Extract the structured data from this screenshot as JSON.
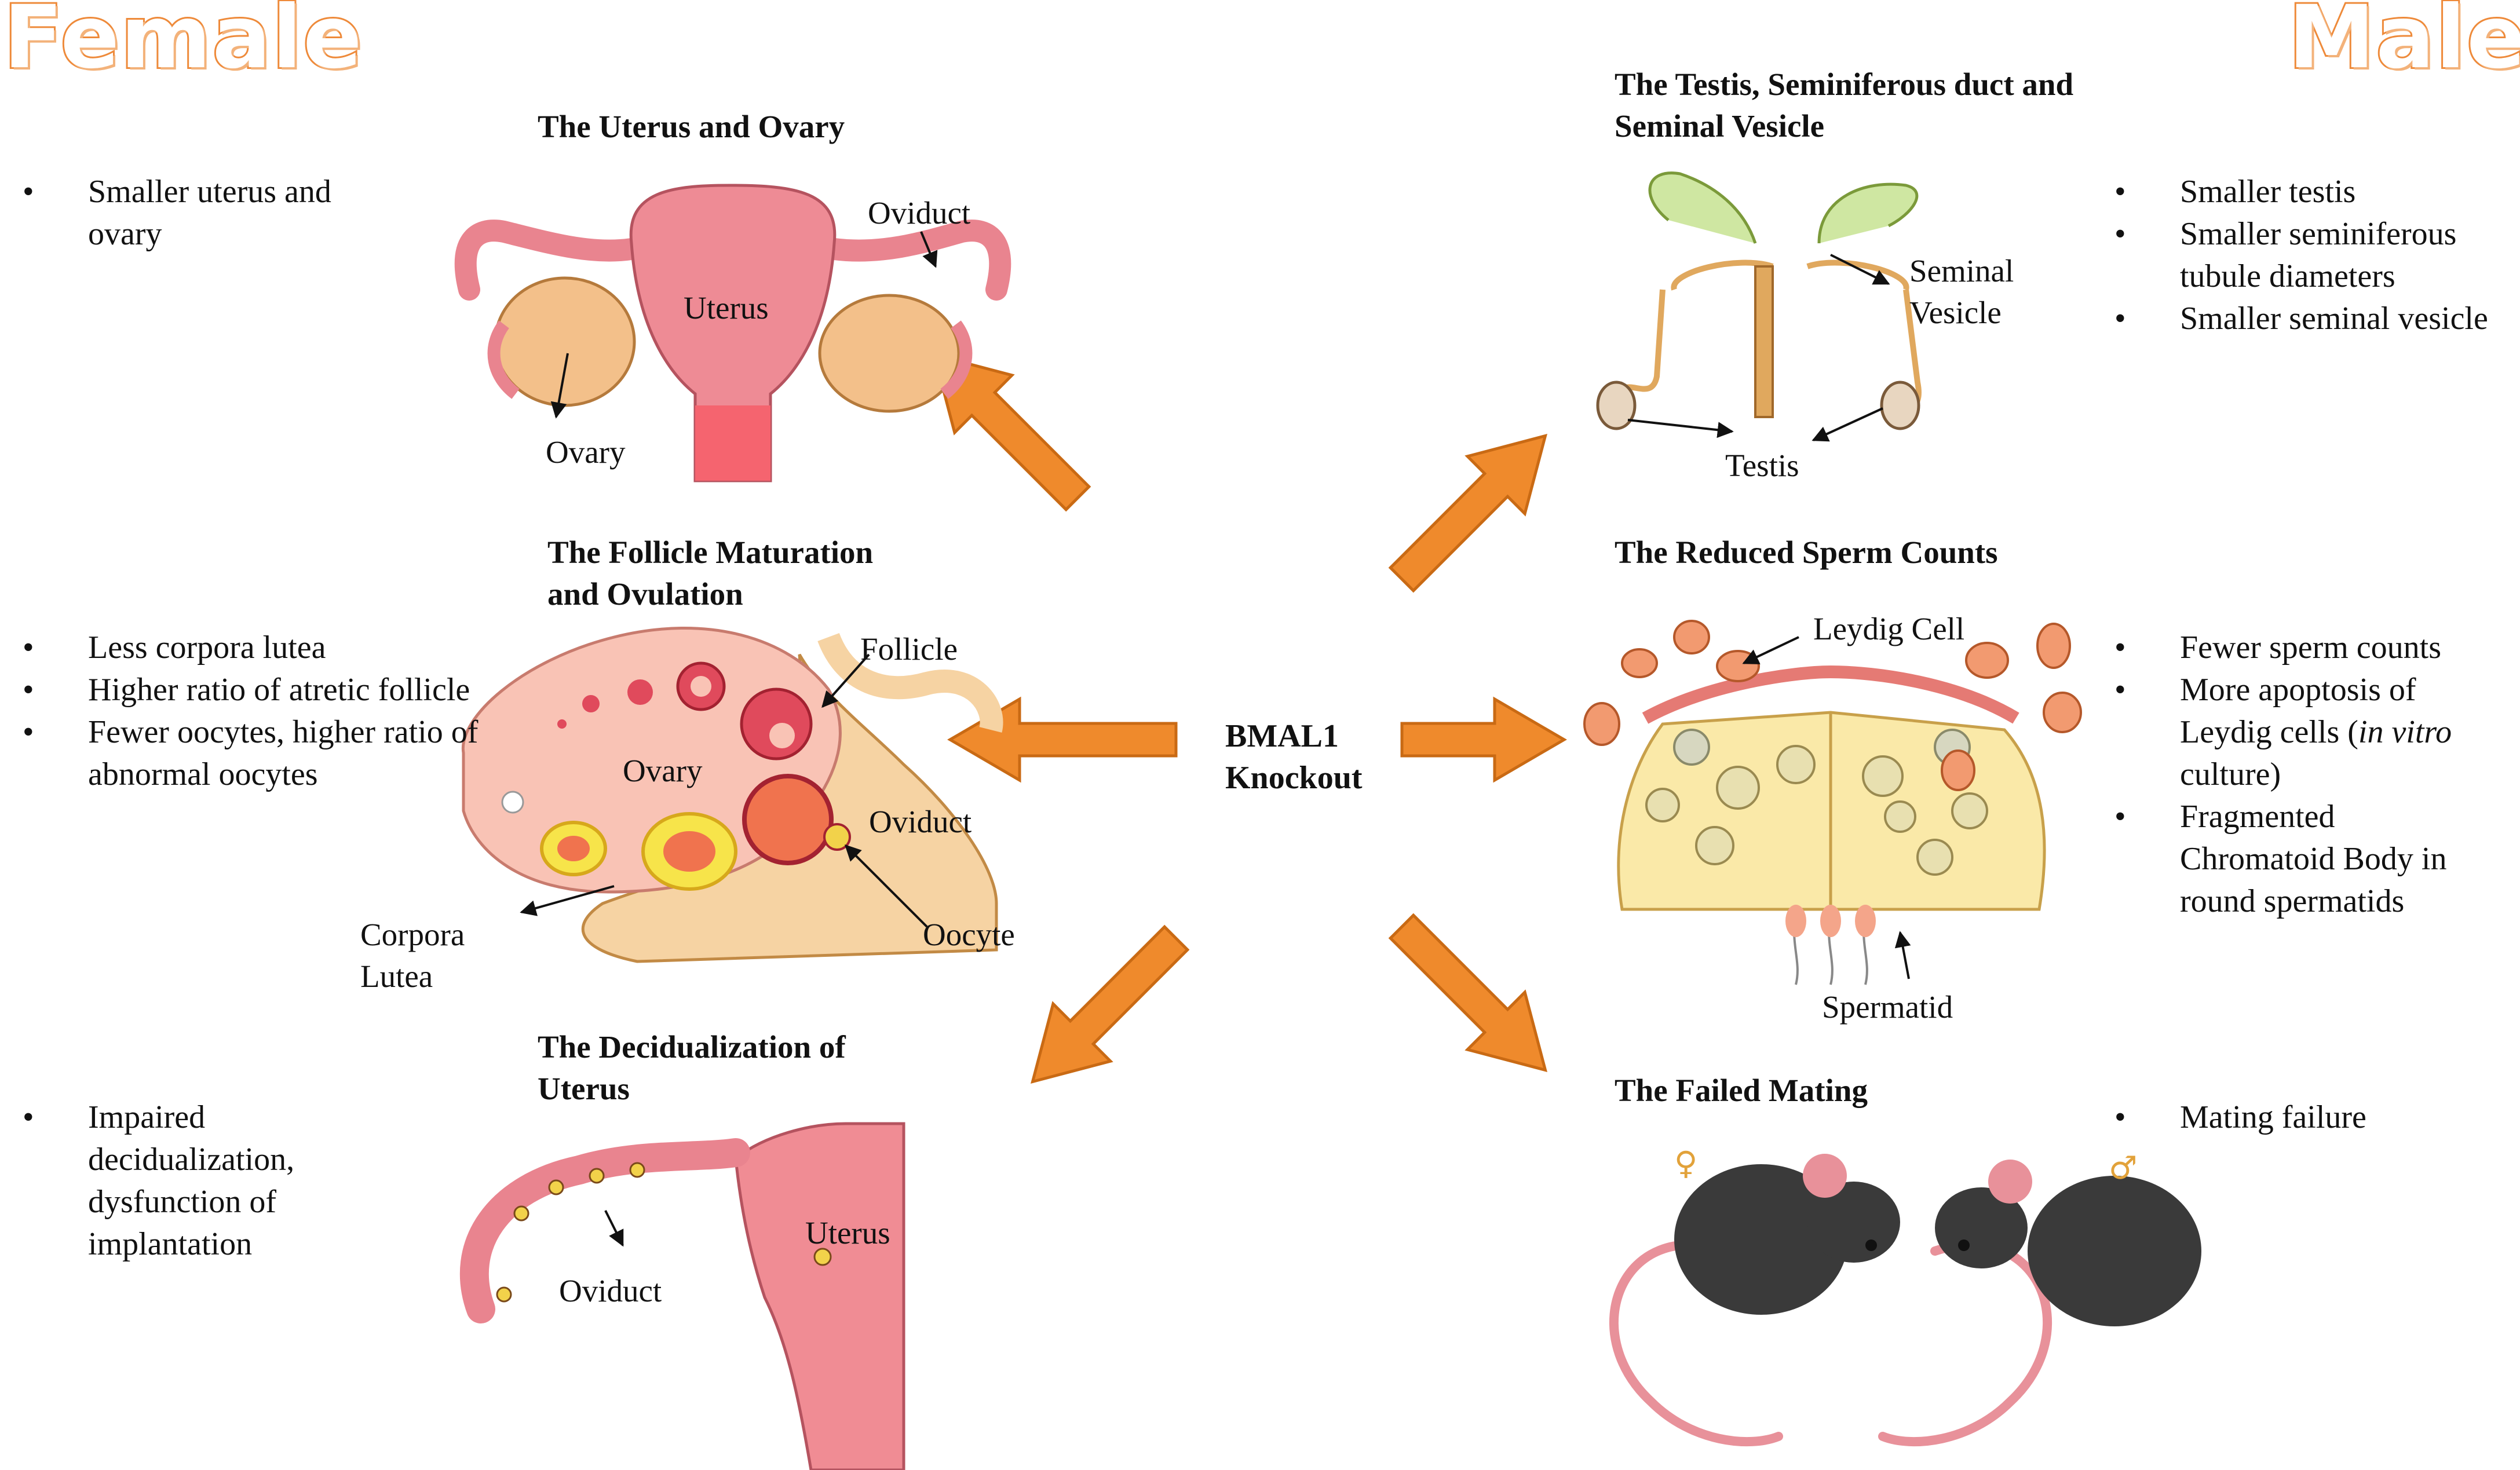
{
  "headers": {
    "female": "Female",
    "male": "Male"
  },
  "center": {
    "line1": "BMAL1",
    "line2": "Knockout"
  },
  "sections": {
    "uterus_ovary": {
      "title": "The Uterus and Ovary",
      "labels": {
        "oviduct": "Oviduct",
        "uterus": "Uterus",
        "ovary": "Ovary"
      },
      "bullets": [
        "Smaller uterus and ovary"
      ]
    },
    "follicle": {
      "title_line1": "The Follicle Maturation",
      "title_line2": "and Ovulation",
      "labels": {
        "follicle": "Follicle",
        "ovary": "Ovary",
        "oviduct": "Oviduct",
        "corpora_line1": "Corpora",
        "corpora_line2": "Lutea",
        "oocyte": "Oocyte"
      },
      "bullets": [
        "Less corpora lutea",
        "Higher ratio of atretic follicle",
        "Fewer oocytes, higher ratio of abnormal oocytes"
      ]
    },
    "decidual": {
      "title_line1": "The Decidualization of",
      "title_line2": "Uterus",
      "labels": {
        "uterus": "Uterus",
        "oviduct": "Oviduct"
      },
      "bullets": [
        "Impaired decidualization, dysfunction of implantation"
      ]
    },
    "testis": {
      "title_line1": "The Testis, Seminiferous duct and",
      "title_line2": "Seminal Vesicle",
      "labels": {
        "seminal_line1": "Seminal",
        "seminal_line2": "Vesicle",
        "testis": "Testis"
      },
      "bullets": [
        "Smaller testis",
        "Smaller seminiferous tubule diameters",
        "Smaller seminal vesicle"
      ]
    },
    "sperm": {
      "title": "The Reduced Sperm Counts",
      "labels": {
        "leydig": "Leydig Cell",
        "spermatid": "Spermatid"
      },
      "bullets": [
        "Fewer sperm counts",
        "More apoptosis of Leydig cells (",
        "in vitro",
        " culture)",
        "Fragmented Chromatoid Body in round spermatids"
      ]
    },
    "mating": {
      "title": "The Failed Mating",
      "labels": {
        "female_symbol": "♀",
        "male_symbol": "♂"
      },
      "bullets": [
        "Mating failure"
      ]
    }
  },
  "colors": {
    "arrow_fill": "#ef8a2c",
    "arrow_stroke": "#c96a14",
    "title_orange": "#ee8a3a",
    "uterus_pink": "#e9848f",
    "ovary_tan": "#f3c08a"
  }
}
